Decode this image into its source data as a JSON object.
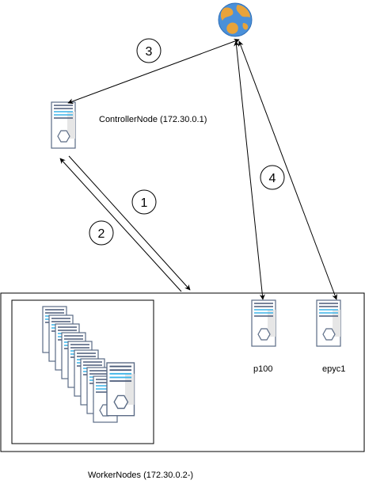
{
  "icons": {
    "globe": "globe-icon",
    "server": "server-icon"
  },
  "labels": {
    "controller": "ControllerNode (172.30.0.1)",
    "workers": "WorkerNodes (172.30.0.2-)",
    "p100": "p100",
    "epyc1": "epyc1"
  },
  "badges": {
    "b1": "1",
    "b2": "2",
    "b3": "3",
    "b4": "4"
  },
  "colors": {
    "server_body": "#ffffff",
    "server_outline": "#5a6b85",
    "server_stripe_dark": "#4a5a78",
    "server_stripe_blue": "#3bb4e8",
    "server_panel": "#e6e6e6",
    "globe_ocean": "#4a90d9",
    "globe_land": "#e8a33a",
    "line": "#000000"
  }
}
